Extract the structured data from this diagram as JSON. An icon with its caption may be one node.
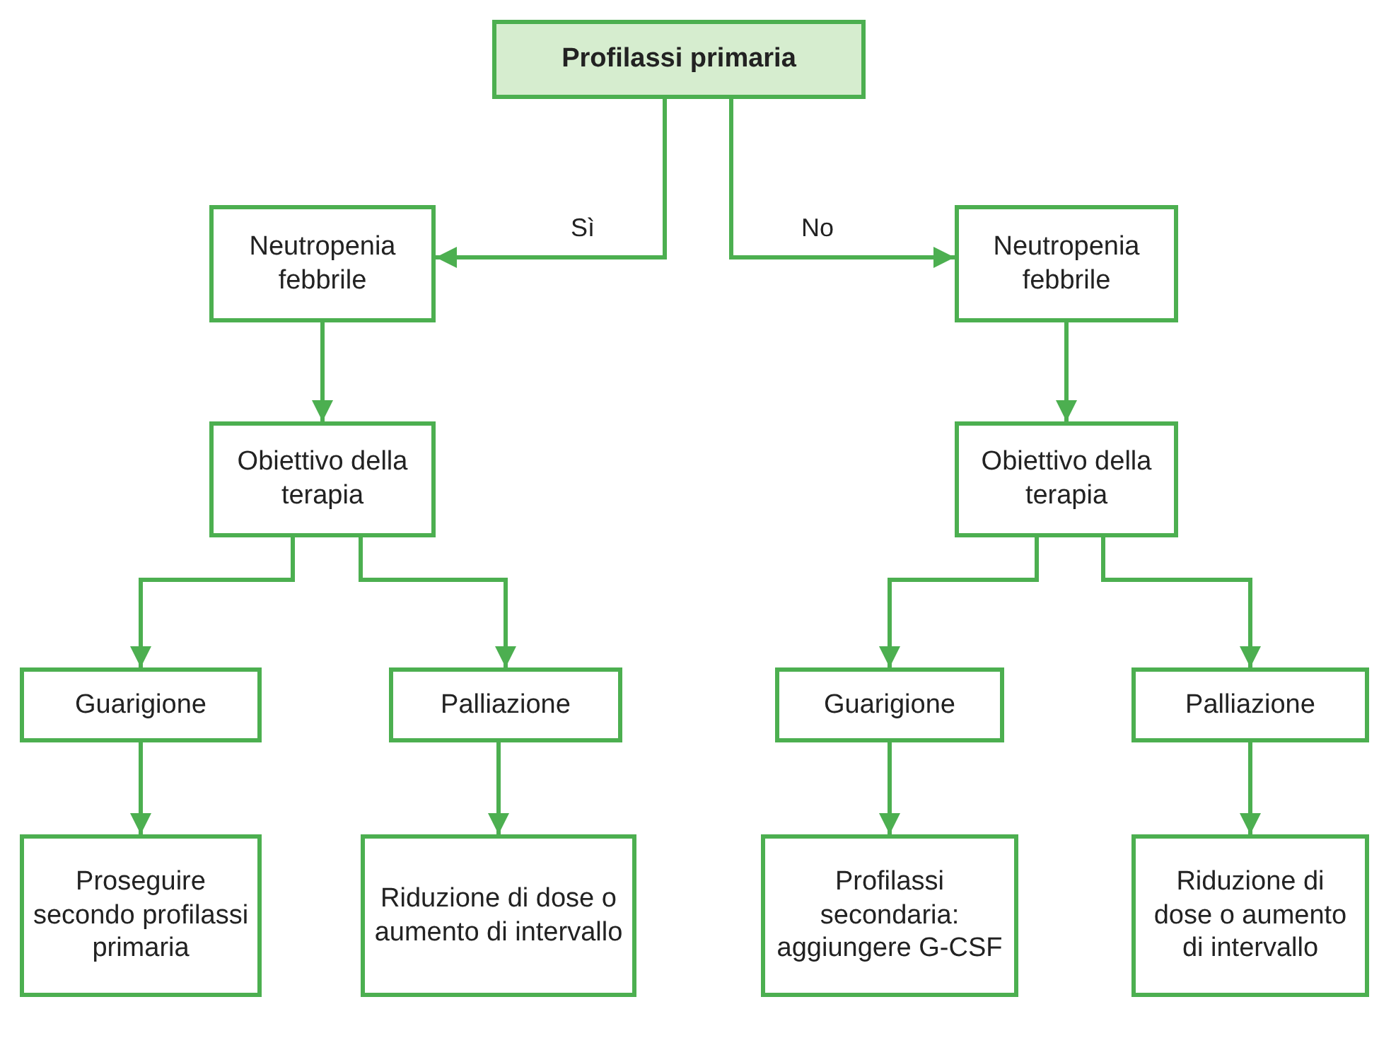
{
  "diagram": {
    "nodes": [
      {
        "text": [
          "Profilassi primaria"
        ]
      },
      {
        "text": [
          "Neutropenia febbrile"
        ]
      },
      {
        "text": [
          "Neutropenia febbrile"
        ]
      },
      {
        "text": [
          "Obiettivo della terapia"
        ]
      },
      {
        "text": [
          "Obiettivo della terapia"
        ]
      },
      {
        "text": [
          "Guarigione"
        ]
      },
      {
        "text": [
          "Palliazione"
        ]
      },
      {
        "text": [
          "Guarigione"
        ]
      },
      {
        "text": [
          "Palliazione"
        ]
      },
      {
        "text": [
          "Proseguire secondo profilassi primaria"
        ]
      },
      {
        "text": [
          "Riduzione di dose o aumento di intervallo"
        ]
      },
      {
        "text": [
          "Profilassi secondaria: aggiungere G-CSF"
        ]
      },
      {
        "text": [
          "Riduzione di dose o aumento di intervallo"
        ]
      }
    ],
    "edges": [
      {
        "from": 0,
        "to": 1,
        "arrow": "to",
        "label": "Sì"
      },
      {
        "from": 0,
        "to": 2,
        "arrow": "to",
        "label": "No"
      },
      {
        "from": 1,
        "to": 3,
        "arrow": "to"
      },
      {
        "from": 2,
        "to": 4,
        "arrow": "to"
      },
      {
        "from": 3,
        "to": 5,
        "arrow": "to"
      },
      {
        "from": 3,
        "to": 6,
        "arrow": "to"
      },
      {
        "from": 4,
        "to": 7,
        "arrow": "to"
      },
      {
        "from": 4,
        "to": 8,
        "arrow": "to"
      },
      {
        "from": 5,
        "to": 9,
        "arrow": "to"
      },
      {
        "from": 6,
        "to": 10,
        "arrow": "to"
      },
      {
        "from": 7,
        "to": 11,
        "arrow": "to"
      },
      {
        "from": 8,
        "to": 12,
        "arrow": "to"
      }
    ]
  }
}
